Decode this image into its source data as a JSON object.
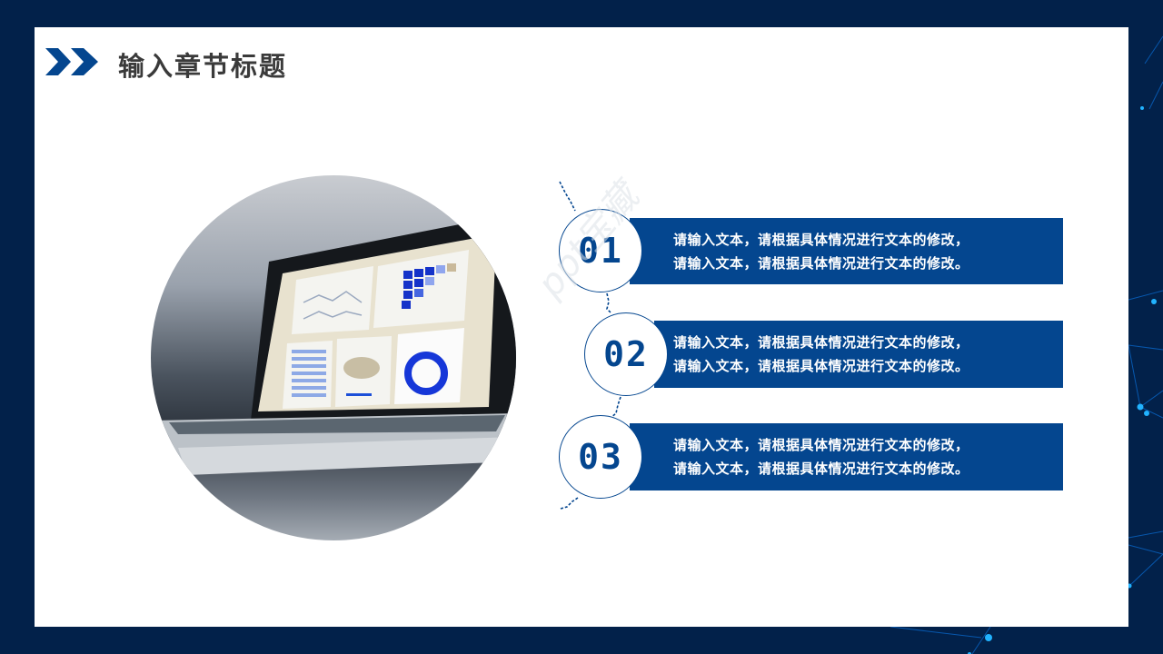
{
  "slide": {
    "title": "输入章节标题",
    "colors": {
      "background": "#02214a",
      "panel": "#ffffff",
      "accent": "#04468f",
      "title_text": "#3a3a3a",
      "bar_text": "#ffffff"
    },
    "photo": {
      "description": "laptop showing analytics dashboard",
      "icon": "laptop-photo"
    },
    "watermark": "ppt宝藏",
    "items": [
      {
        "number": "01",
        "line1": "请输入文本，请根据具体情况进行文本的修改，",
        "line2": "请输入文本，请根据具体情况进行文本的修改。"
      },
      {
        "number": "02",
        "line1": "请输入文本，请根据具体情况进行文本的修改，",
        "line2": "请输入文本，请根据具体情况进行文本的修改。"
      },
      {
        "number": "03",
        "line1": "请输入文本，请根据具体情况进行文本的修改，",
        "line2": "请输入文本，请根据具体情况进行文本的修改。"
      }
    ]
  }
}
